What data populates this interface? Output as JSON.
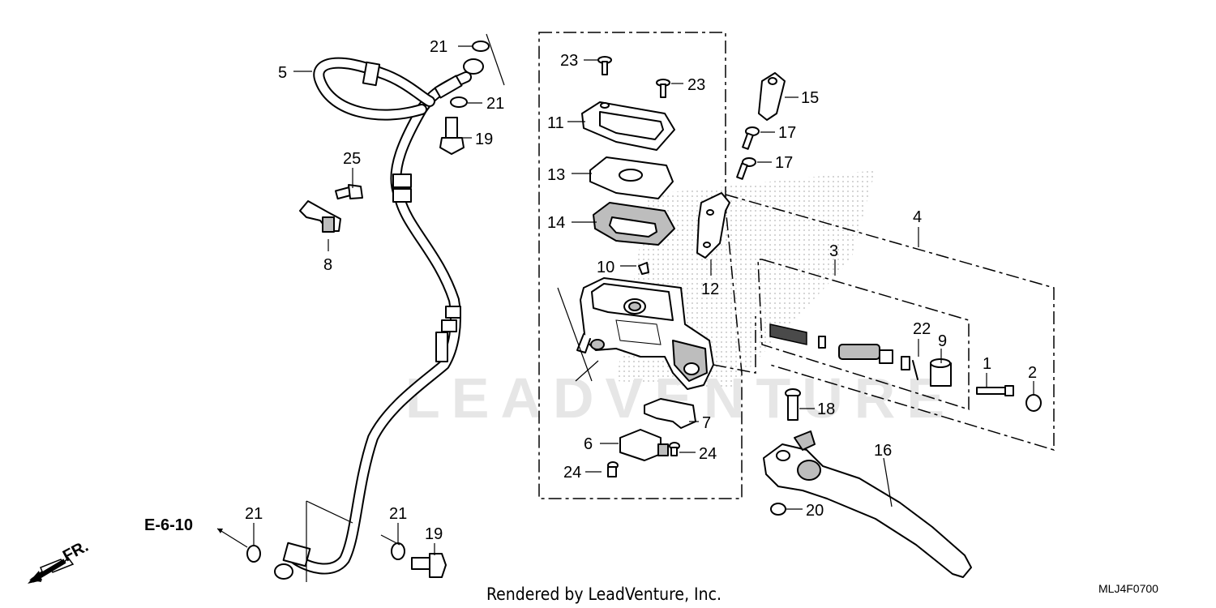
{
  "watermark": "LEADVENTURE",
  "footer": {
    "credit": "Rendered by LeadVenture, Inc.",
    "diagram_code": "MLJ4F0700"
  },
  "reference": {
    "page_ref": "E-6-10",
    "front_label": "FR."
  },
  "callouts": {
    "c1": "1",
    "c2": "2",
    "c3": "3",
    "c4": "4",
    "c5": "5",
    "c6": "6",
    "c7": "7",
    "c8": "8",
    "c9": "9",
    "c10": "10",
    "c11": "11",
    "c12": "12",
    "c13": "13",
    "c14": "14",
    "c15": "15",
    "c16": "16",
    "c17a": "17",
    "c17b": "17",
    "c18": "18",
    "c19a": "19",
    "c19b": "19",
    "c20": "20",
    "c21a": "21",
    "c21b": "21",
    "c21c": "21",
    "c21d": "21",
    "c22": "22",
    "c23a": "23",
    "c23b": "23",
    "c24a": "24",
    "c24b": "24",
    "c25": "25"
  },
  "colors": {
    "line": "#000000",
    "part_fill": "#ffffff",
    "shade": "#bdbdbd",
    "watermark": "#e6e6e6"
  }
}
